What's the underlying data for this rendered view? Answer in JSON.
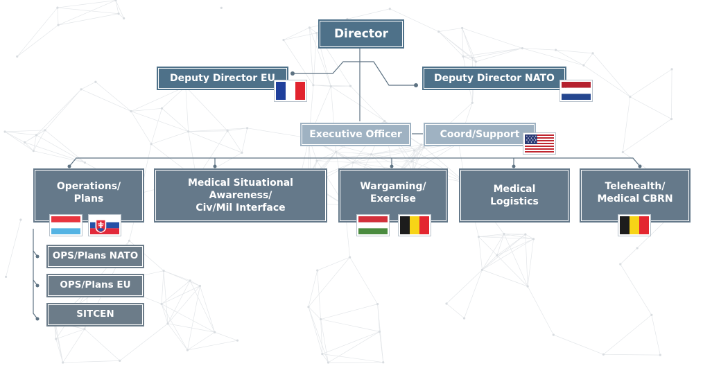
{
  "director": {
    "label": "Director"
  },
  "deputy_eu": {
    "label": "Deputy Director EU",
    "flag": "france-flag"
  },
  "deputy_nato": {
    "label": "Deputy Director NATO",
    "flag": "netherlands-flag"
  },
  "executive_officer": {
    "label": "Executive Officer"
  },
  "coord_support": {
    "label": "Coord/Support",
    "flag": "usa-flag"
  },
  "branches": [
    {
      "line1": "Operations/",
      "line2": "Plans",
      "line3": "",
      "flags": [
        "luxembourg-flag",
        "slovakia-flag"
      ]
    },
    {
      "line1": "Medical Situational",
      "line2": "Awareness/",
      "line3": "Civ/Mil Interface",
      "flags": []
    },
    {
      "line1": "Wargaming/",
      "line2": "Exercise",
      "line3": "",
      "flags": [
        "hungary-flag",
        "belgium-flag"
      ]
    },
    {
      "line1": "Medical",
      "line2": "Logistics",
      "line3": "",
      "flags": []
    },
    {
      "line1": "Telehealth/",
      "line2": "Medical CBRN",
      "line3": "",
      "flags": [
        "belgium-flag"
      ]
    }
  ],
  "sub_units": [
    {
      "label": "OPS/Plans NATO"
    },
    {
      "label": "OPS/Plans EU"
    },
    {
      "label": "SITCEN"
    }
  ],
  "colors": {
    "dark_box": "#4e7189",
    "mid_box": "#65798a",
    "light_box": "#9fb2c2",
    "connector": "#5d7282"
  }
}
